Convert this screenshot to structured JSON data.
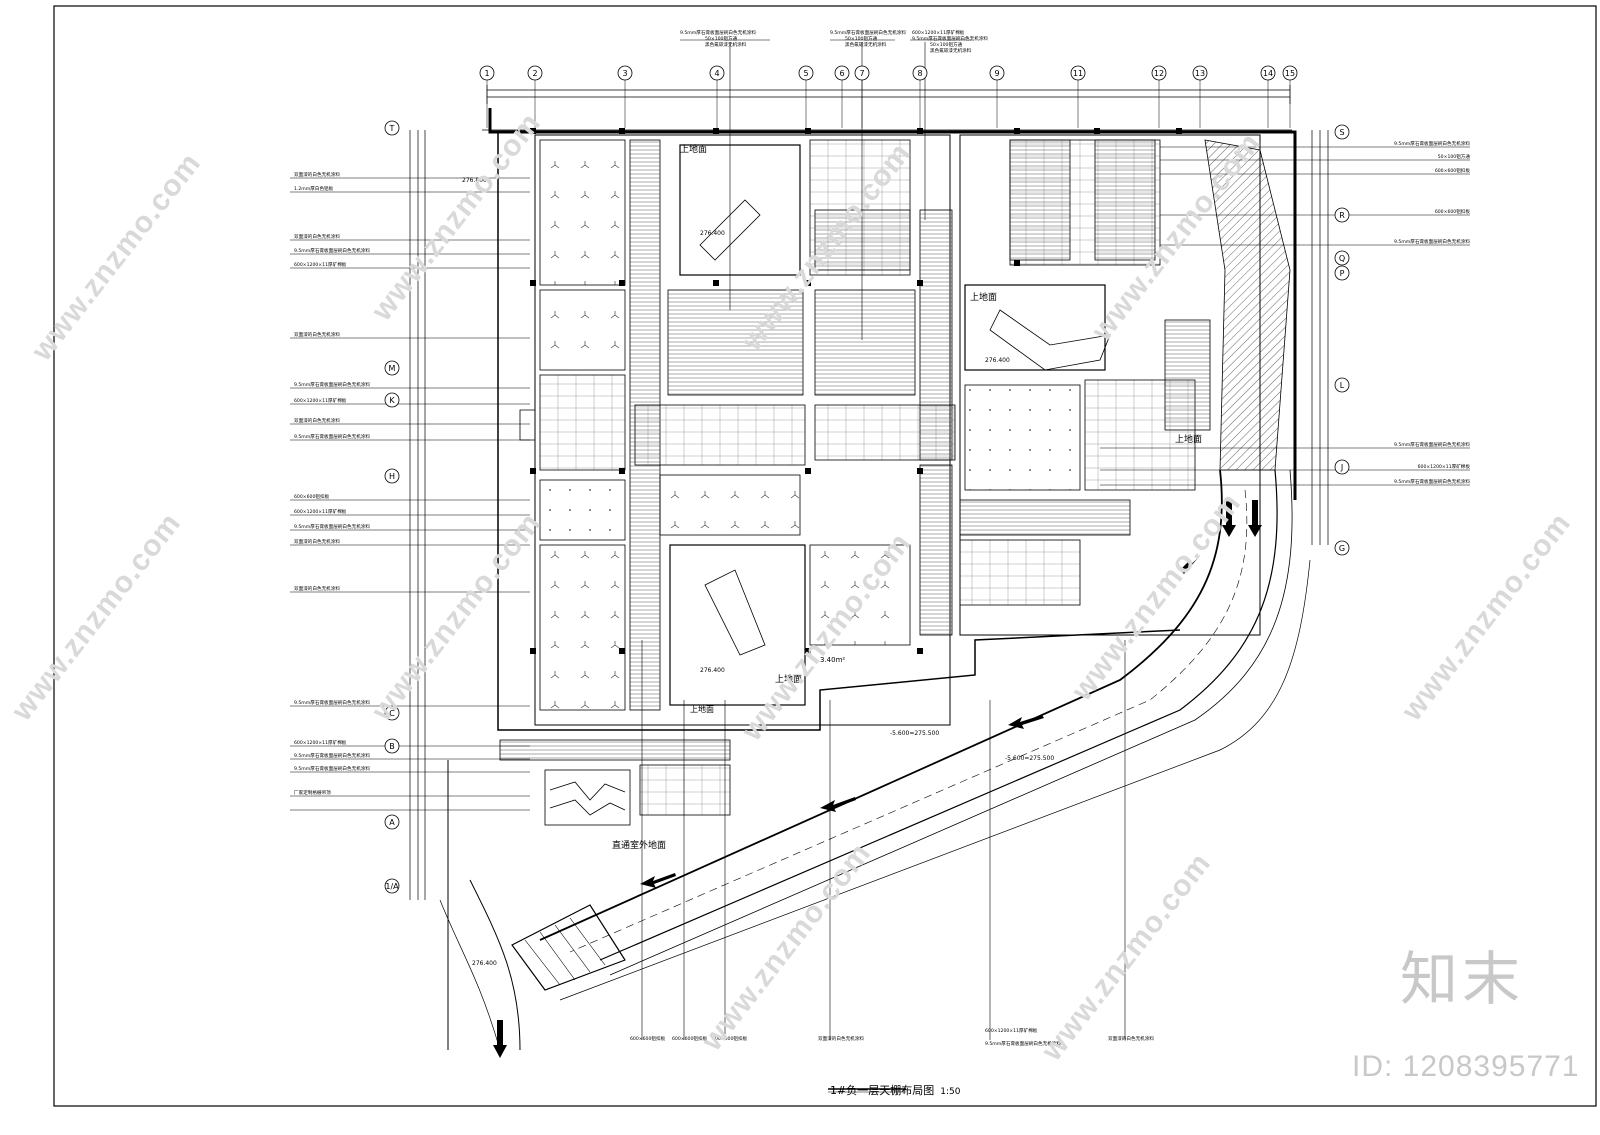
{
  "drawing": {
    "title": "1#负一层天棚布局图",
    "scale": "1:50",
    "axis_top": [
      "1",
      "2",
      "3",
      "4",
      "5",
      "6",
      "7",
      "8",
      "9",
      "11",
      "12",
      "13",
      "14",
      "15"
    ],
    "axis_left": [
      "T",
      "M",
      "K",
      "H",
      "C",
      "B",
      "A",
      "1/A"
    ],
    "axis_right": [
      "S",
      "R",
      "Q",
      "P",
      "L",
      "J",
      "G"
    ],
    "labels": {
      "up_ground": "上地面",
      "to_outdoor": "直通室外地面",
      "elev_a": "276.400",
      "elev_b": "-5.600=275.500",
      "elev_c": "276.800",
      "area": "3.40m²"
    },
    "notes_left": [
      "双面漆的白色无机涂料",
      "1.2mm厚白色铝板",
      "双面漆的白色无机涂料",
      "9.5mm厚石膏板面层刷白色无机涂料",
      "600×1200×11厚矿棉板",
      "双面漆的白色无机涂料",
      "9.5mm厚石膏板面层刷白色无机涂料",
      "600×1200×11厚矿棉板",
      "双面漆的白色无机涂料",
      "9.5mm厚石膏板面层刷白色无机涂料",
      "600×600铝扣板",
      "600×1200×11厚矿棉板",
      "9.5mm厚石膏板面层刷白色无机涂料",
      "双面漆的白色无机涂料",
      "双面漆的白色无机涂料",
      "9.5mm厚石膏板面层刷白色无机涂料",
      "600×1200×11厚矿棉板",
      "9.5mm厚石膏板面层刷白色无机涂料",
      "9.5mm厚石膏板面层刷白色无机涂料",
      "厂家定制格栅吊顶"
    ],
    "notes_top": [
      "9.5mm厚石膏板面层刷白色无机涂料",
      "50×100铝方通",
      "黑色氟碳漆无机涂料",
      "9.5mm厚石膏板面层刷白色无机涂料",
      "50×100铝方通",
      "黑色氟碳漆无机涂料",
      "600×1200×11厚矿棉板",
      "9.5mm厚石膏板面层刷白色无机涂料",
      "50×100铝方通",
      "黑色氟碳漆无机涂料"
    ],
    "notes_right": [
      "9.5mm厚石膏板面层刷白色无机涂料",
      "50×100铝方通",
      "600×600铝扣板",
      "600×600铝扣板",
      "9.5mm厚石膏板面层刷白色无机涂料",
      "9.5mm厚石膏板面层刷白色无机涂料",
      "600×1200×11厚矿棉板",
      "9.5mm厚石膏板面层刷白色无机涂料"
    ],
    "notes_bottom": [
      "600×600铝扣板",
      "600×600铝扣板",
      "600×600铝扣板",
      "双面漆的白色无机涂料",
      "600×1200×11厚矿棉板",
      "9.5mm厚石膏板面层刷白色无机涂料",
      "双面漆的白色无机涂料"
    ]
  },
  "watermark": {
    "site": "www.znzmo.com",
    "logo": "知末",
    "id": "ID: 1208395771"
  }
}
